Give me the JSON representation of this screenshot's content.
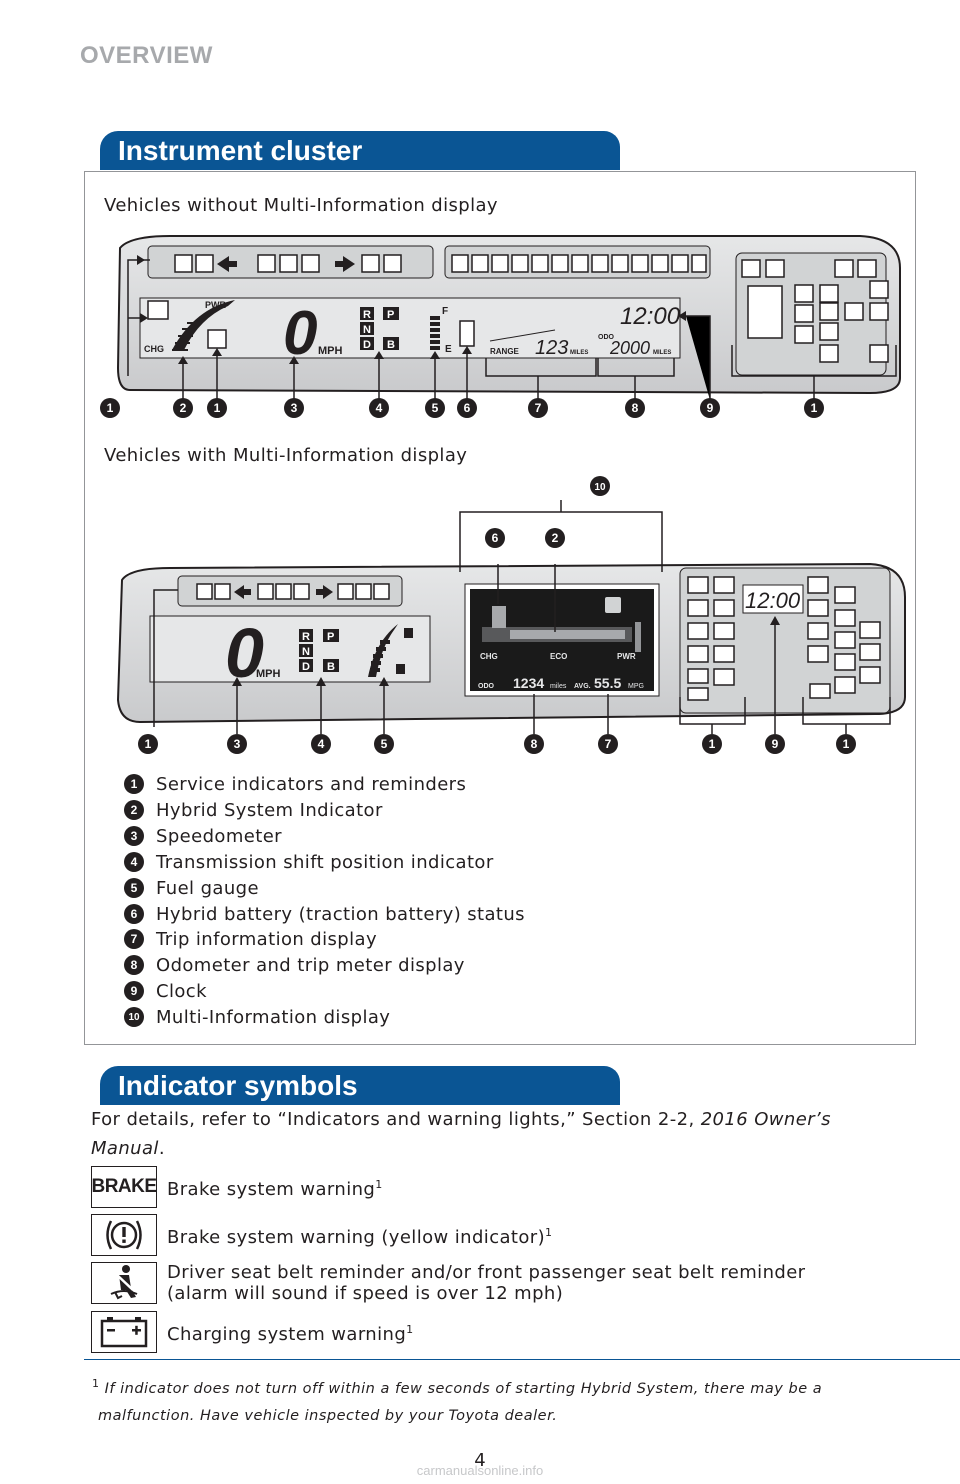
{
  "header": "OVERVIEW",
  "instrument_cluster": {
    "title": "Instrument cluster",
    "caption_without": "Vehicles without Multi-Information display",
    "caption_with": "Vehicles with Multi-Information display",
    "top_callouts": [
      "1",
      "2",
      "1",
      "3",
      "4",
      "5",
      "6",
      "7",
      "8",
      "9",
      "1"
    ],
    "bottom_callouts": [
      "1",
      "3",
      "4",
      "5",
      "8",
      "7",
      "1",
      "9",
      "1"
    ],
    "upper_callouts": [
      "6",
      "2",
      "10"
    ],
    "display1": {
      "pwr": "PWR",
      "chg": "CHG",
      "speed": "0",
      "mph": "MPH",
      "gears": [
        "R",
        "N",
        "D",
        "P",
        "B"
      ],
      "fuel_f": "F",
      "fuel_e": "E",
      "range_label": "RANGE",
      "range_value": "123",
      "range_unit": "MILES",
      "odo_label": "ODO",
      "odo_value": "2000",
      "odo_unit": "MILES",
      "clock": "12:00"
    },
    "display2": {
      "speed": "0",
      "mph": "MPH",
      "gears": [
        "R",
        "N",
        "D",
        "P",
        "B"
      ],
      "mid_chg": "CHG",
      "mid_eco": "ECO",
      "mid_pwr": "PWR",
      "mid_odo_label": "ODO",
      "mid_odo_value": "1234",
      "mid_odo_unit": "miles",
      "mid_avg_label": "AVG.",
      "mid_avg_value": "55.5",
      "mid_avg_unit": "MPG",
      "clock": "12:00"
    },
    "legend": [
      {
        "num": "1",
        "label": "Service indicators and reminders"
      },
      {
        "num": "2",
        "label": "Hybrid System Indicator"
      },
      {
        "num": "3",
        "label": "Speedometer"
      },
      {
        "num": "4",
        "label": "Transmission shift position indicator"
      },
      {
        "num": "5",
        "label": "Fuel gauge"
      },
      {
        "num": "6",
        "label": "Hybrid battery (traction battery) status"
      },
      {
        "num": "7",
        "label": "Trip information display"
      },
      {
        "num": "8",
        "label": "Odometer and trip meter display"
      },
      {
        "num": "9",
        "label": "Clock"
      },
      {
        "num": "10",
        "label": "Multi-Information display"
      }
    ]
  },
  "indicator_symbols": {
    "title": "Indicator symbols",
    "intro_text": "For details, refer to “Indicators and warning lights,” Section 2-2, ",
    "intro_italic": "2016 Owner’s Manual",
    "intro_end": ".",
    "items": [
      {
        "icon": "brake-text-icon",
        "icon_text": "BRAKE",
        "label": "Brake system warning",
        "sup": "1"
      },
      {
        "icon": "exclamation-circle-icon",
        "label": "Brake system warning (yellow indicator)",
        "sup": "1"
      },
      {
        "icon": "seatbelt-icon",
        "label": "Driver seat belt reminder and/or front passenger seat belt reminder",
        "label2": "(alarm will sound if speed is over 12 mph)"
      },
      {
        "icon": "battery-icon",
        "label": "Charging system warning",
        "sup": "1"
      }
    ],
    "footnote_sup": "1",
    "footnote_line1": "If indicator does not turn off within a few seconds of starting Hybrid System, there may be a",
    "footnote_line2": "malfunction. Have vehicle inspected by your Toyota dealer."
  },
  "page_number": "4",
  "watermark": "carmanualsonline.info"
}
